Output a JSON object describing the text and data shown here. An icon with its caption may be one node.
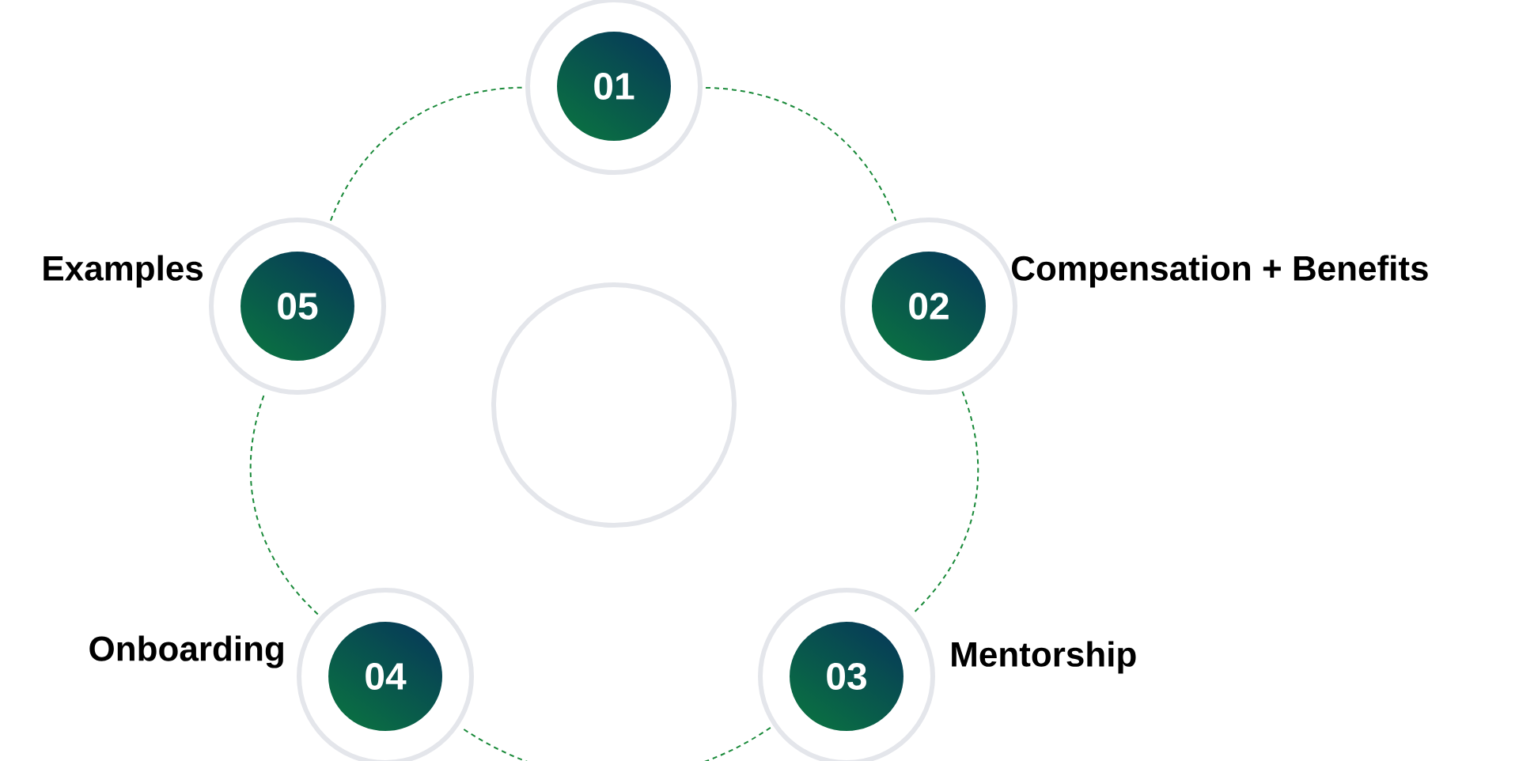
{
  "diagram": {
    "nodes": [
      {
        "text": [
          "01"
        ]
      },
      {
        "text": [
          "02"
        ],
        "beside": [
          "Compensation + Benefits"
        ]
      },
      {
        "text": [
          "03"
        ],
        "beside": [
          "Mentorship"
        ]
      },
      {
        "text": [
          "04"
        ],
        "beside": [
          "Onboarding"
        ]
      },
      {
        "text": [
          "05"
        ],
        "beside": [
          "Examples"
        ]
      },
      {
        "text": [],
        "shape": "circle"
      }
    ],
    "edges": [
      {
        "from": 0,
        "to": 1,
        "arrow": "none",
        "style": "dashed"
      },
      {
        "from": 1,
        "to": 2,
        "arrow": "none",
        "style": "dashed"
      },
      {
        "from": 2,
        "to": 3,
        "arrow": "none",
        "style": "dashed"
      },
      {
        "from": 3,
        "to": 4,
        "arrow": "none",
        "style": "dashed"
      },
      {
        "from": 4,
        "to": 0,
        "arrow": "none",
        "style": "dashed"
      }
    ]
  }
}
